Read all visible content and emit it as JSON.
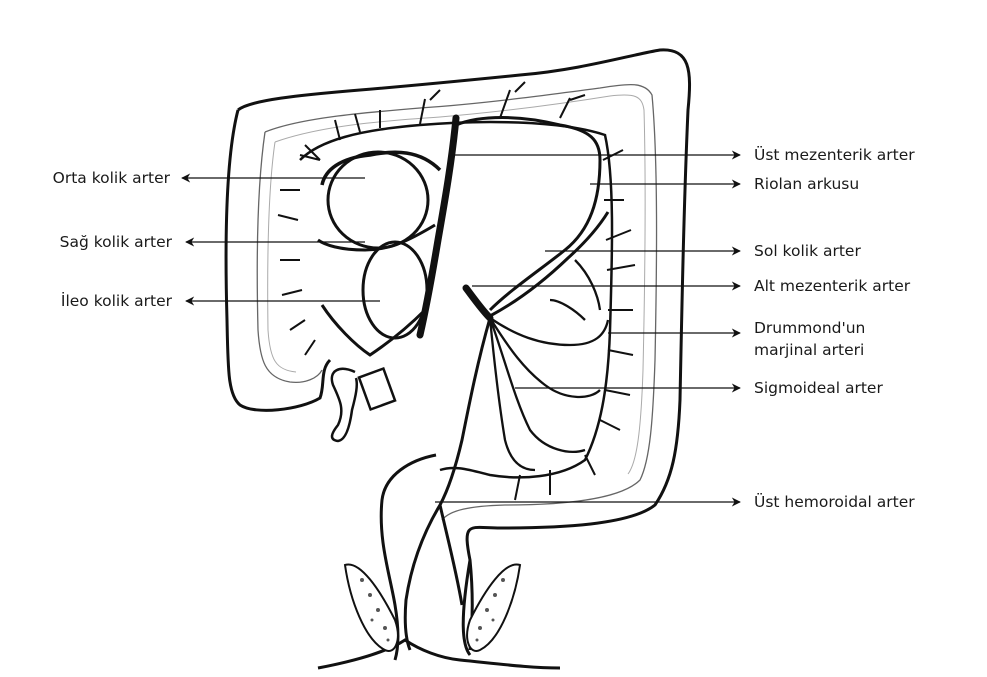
{
  "labels": {
    "left": [
      "Orta kolik arter",
      "Sağ kolik arter",
      "İleo kolik arter"
    ],
    "right": [
      "Üst mezenterik arter",
      "Riolan arkusu",
      "Sol kolik arter",
      "Alt mezenterik arter",
      "Drummond'un",
      "marjinal arteri",
      "Sigmoideal arter",
      "Üst hemoroidal arter"
    ]
  },
  "colors": {
    "ink": "#111111",
    "outline": "#8a8a8a",
    "background": "#ffffff"
  }
}
